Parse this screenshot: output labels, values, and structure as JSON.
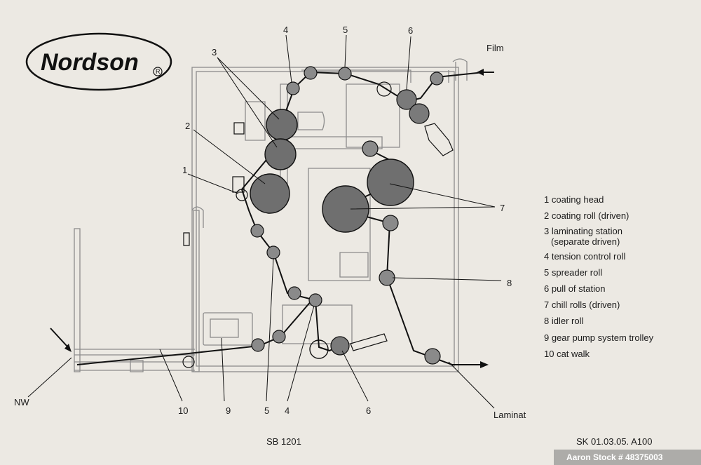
{
  "logo": {
    "text": "Nordson",
    "mark": "R"
  },
  "inputs": {
    "film": "Film",
    "nw": "NW",
    "laminat": "Laminat"
  },
  "callouts": {
    "c1": "1",
    "c2": "2",
    "c3": "3",
    "c4_top": "4",
    "c5_top": "5",
    "c6_top": "6",
    "c7": "7",
    "c8": "8",
    "c9": "9",
    "c10": "10",
    "c5_bottom": "5",
    "c4_bottom": "4",
    "c6_bottom": "6"
  },
  "legend": [
    "1 coating head",
    "2 coating roll (driven)",
    "3 laminating station",
    "(separate driven)",
    "4 tension control roll",
    "5 spreader roll",
    "6 pull of station",
    "7 chill rolls (driven)",
    "8 idler roll",
    "9 gear pump system trolley",
    "10 cat walk"
  ],
  "footer": {
    "drawing_no": "SB 1201",
    "ref": "SK 01.03.05.  A100",
    "watermark": "Aaron Stock # 48375003"
  },
  "colors": {
    "background": "#ece9e3",
    "ink": "#1c1c1c",
    "roll_fill": "#7a7a7a",
    "frame": "#9a9a9a"
  }
}
